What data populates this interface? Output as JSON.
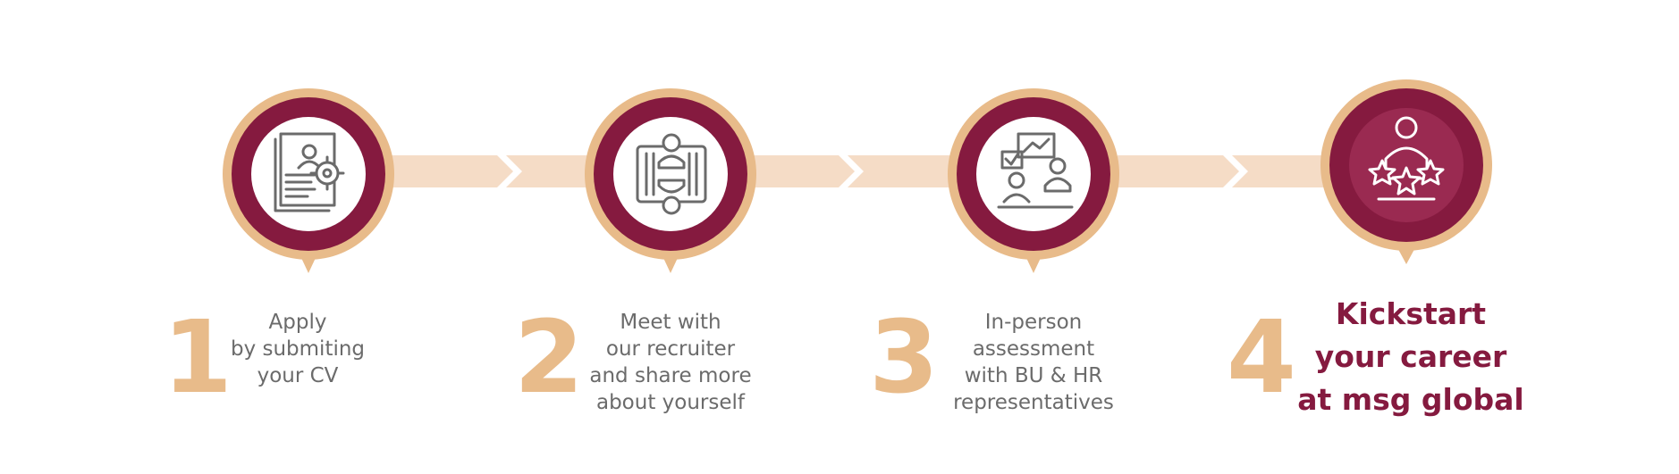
{
  "colors": {
    "accent_maroon": "#851a3f",
    "ring_peach": "#e8bb8a",
    "band_peach": "#f5dcc6",
    "icon_gray": "#6b6b6b",
    "text_gray": "#6b6b6b"
  },
  "steps": [
    {
      "number": "1",
      "icon": "cv-document-target-icon",
      "lines": [
        "Apply",
        "by submiting",
        "your CV"
      ]
    },
    {
      "number": "2",
      "icon": "two-people-meeting-icon",
      "lines": [
        "Meet with",
        "our recruiter",
        "and share more",
        "about yourself"
      ]
    },
    {
      "number": "3",
      "icon": "assessment-presentation-icon",
      "lines": [
        "In-person",
        "assessment",
        "with BU & HR",
        "representatives"
      ]
    },
    {
      "number": "4",
      "icon": "person-rating-stars-icon",
      "lines": [
        "Kickstart",
        "your career",
        "at msg global"
      ]
    }
  ]
}
